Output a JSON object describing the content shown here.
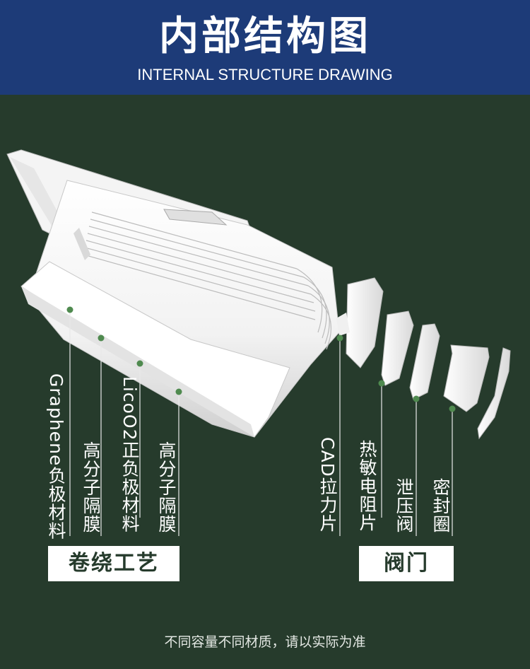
{
  "header": {
    "title": "内部结构图",
    "subtitle": "INTERNAL STRUCTURE DRAWING"
  },
  "colors": {
    "header_bg": "#1d3b78",
    "background": "#263b2c",
    "marker": "#4f8a4f"
  },
  "winding": {
    "labels": [
      {
        "line1": "Graphene负极材料"
      },
      {
        "line1": "高分子隔膜"
      },
      {
        "line1": "LicoO2正负极材料"
      },
      {
        "line1": "高分子隔膜"
      }
    ],
    "tag": "卷绕工艺"
  },
  "valve": {
    "labels": [
      {
        "line1": "CAD拉力片"
      },
      {
        "line1": "热敏电阻片"
      },
      {
        "line1": "泄压阀"
      },
      {
        "line1": "密封圈"
      }
    ],
    "tag": "阀门"
  },
  "footer": "不同容量不同材质，请以实际为准"
}
